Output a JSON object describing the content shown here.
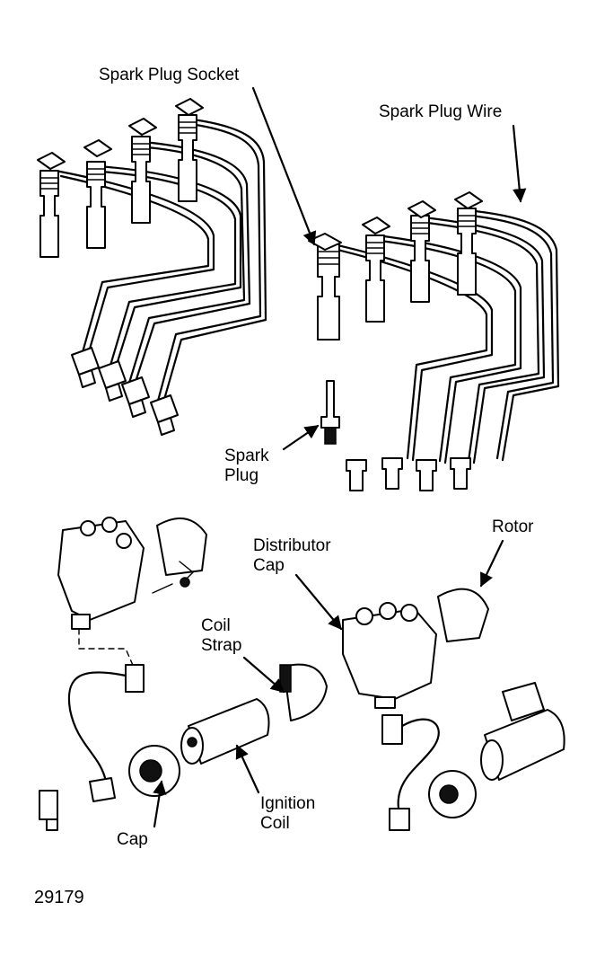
{
  "labels": {
    "spark_plug_socket": "Spark Plug Socket",
    "spark_plug_wire": "Spark Plug Wire",
    "spark_plug_line1": "Spark",
    "spark_plug_line2": "Plug",
    "rotor": "Rotor",
    "distributor_cap_line1": "Distributor",
    "distributor_cap_line2": "Cap",
    "coil_strap_line1": "Coil",
    "coil_strap_line2": "Strap",
    "ignition_coil_line1": "Ignition",
    "ignition_coil_line2": "Coil",
    "cap": "Cap",
    "figure_number": "29179"
  }
}
